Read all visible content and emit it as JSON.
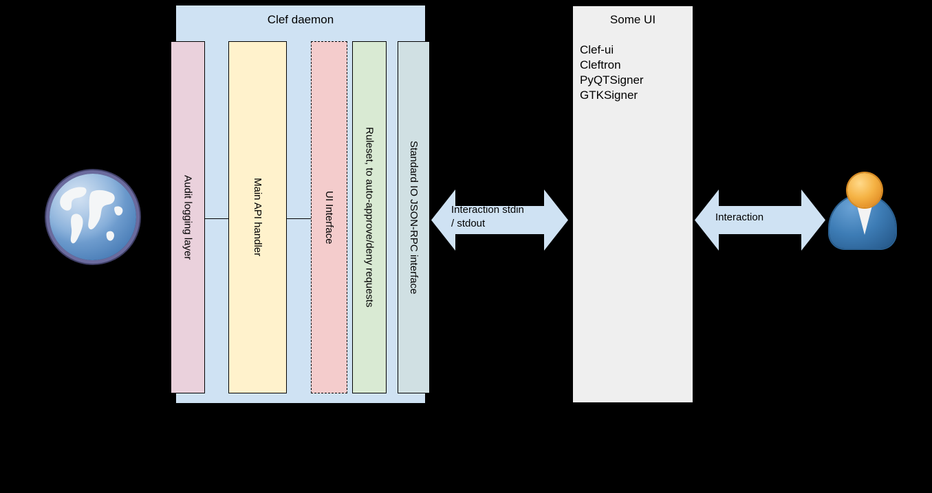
{
  "daemon": {
    "title": "Clef daemon",
    "columns": [
      {
        "id": "audit-logging-layer",
        "label": "Audit logging layer",
        "color": "#ead1dc"
      },
      {
        "id": "main-api-handler",
        "label": "Main API handler",
        "color": "#fff2cc"
      },
      {
        "id": "ui-interface",
        "label": "UI Interface",
        "color": "#f4cccc"
      },
      {
        "id": "ruleset",
        "label": "Ruleset, to auto-approve/deny requests",
        "color": "#d9ead3"
      },
      {
        "id": "stdio-jsonrpc",
        "label": "Standard IO JSON-RPC interface",
        "color": "#d0e0e3"
      }
    ],
    "container_color": "#cfe2f3"
  },
  "some_ui": {
    "title": "Some UI",
    "items": [
      "Clef-ui",
      "Cleftron",
      "PyQTSigner",
      "GTKSigner"
    ],
    "background": "#efefef"
  },
  "arrows": [
    {
      "id": "stdin-stdout",
      "label": "Interaction stdin\n/ stdout",
      "color": "#cfe2f3"
    },
    {
      "id": "user-interaction",
      "label": "Interaction",
      "color": "#cfe2f3"
    }
  ],
  "icons": {
    "globe": "globe-icon",
    "user": "user-icon"
  }
}
